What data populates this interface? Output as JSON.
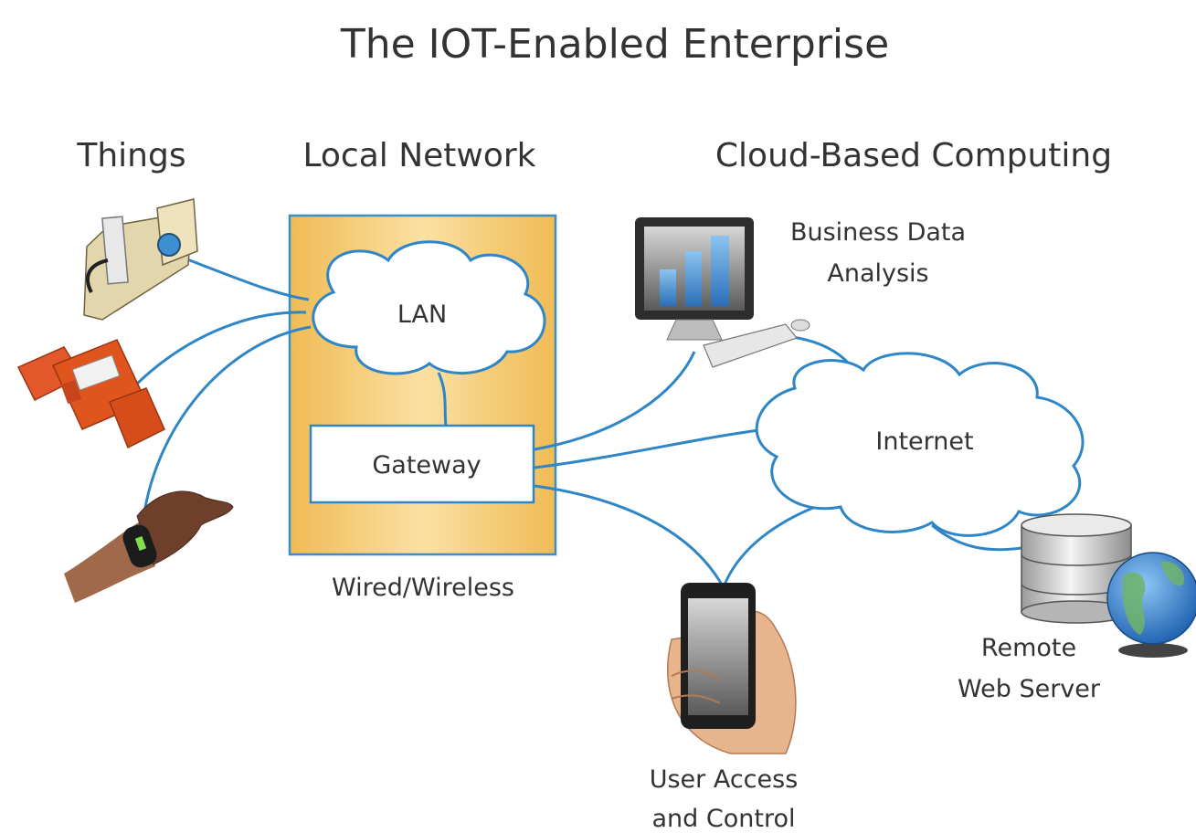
{
  "title": "The IOT-Enabled Enterprise",
  "sections": {
    "things": "Things",
    "local_network": "Local Network",
    "cloud": "Cloud-Based Computing"
  },
  "nodes": {
    "lan": "LAN",
    "gateway": "Gateway",
    "wired_wireless": "Wired/Wireless",
    "internet": "Internet",
    "business_line1": "Business Data",
    "business_line2": "Analysis",
    "server_line1": "Remote",
    "server_line2": "Web Server",
    "user_line1": "User Access",
    "user_line2": "and Control"
  },
  "icons": {
    "camera": "security-camera-icon",
    "valve": "valve-sensor-icon",
    "wristband": "fitness-wristband-icon",
    "monitor": "computer-monitor-icon",
    "phone": "smartphone-in-hand-icon",
    "server": "database-server-icon",
    "globe": "globe-icon"
  },
  "colors": {
    "link": "#2f86c7",
    "panel_fill": "#f3c66a",
    "panel_border": "#3b8fc9",
    "cloud_stroke": "#2f86c7",
    "valve": "#e0541e",
    "globe": "#2d79c8"
  }
}
